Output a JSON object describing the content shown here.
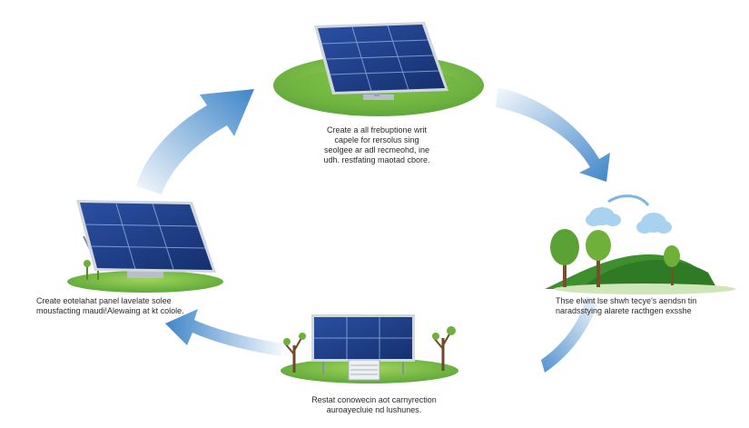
{
  "captions": {
    "top": [
      "Create a all frebuptione writ",
      "capele for rersolus sing",
      "seolgee ar adl recmeohd, ine",
      "udh. restfating maotad cbore."
    ],
    "left": [
      "Create eotelahat panel lavelate solee",
      "mousfacting maudi!Alewaing at kt colole."
    ],
    "right": [
      "Thse elwnt lse shwh tecye's aendsn tin",
      "naradsstying alarete racthgen exsshe"
    ],
    "bottom": [
      "Restat conowecin aot carnyrection",
      "auroayecluie nd lushunes."
    ]
  },
  "colors": {
    "arrow": "#3f86c9",
    "panel": "#1f3f8f",
    "panel_frame": "#c9ced6",
    "grass": "#7cc242",
    "grass_dark": "#3e8f2e",
    "tree": "#5aa136",
    "trunk": "#7a4e2a",
    "cloud": "#a9d2ef"
  },
  "icons": [
    "solar-panel-icon",
    "tree-icon",
    "cloud-icon",
    "cycle-arrow-icon"
  ]
}
